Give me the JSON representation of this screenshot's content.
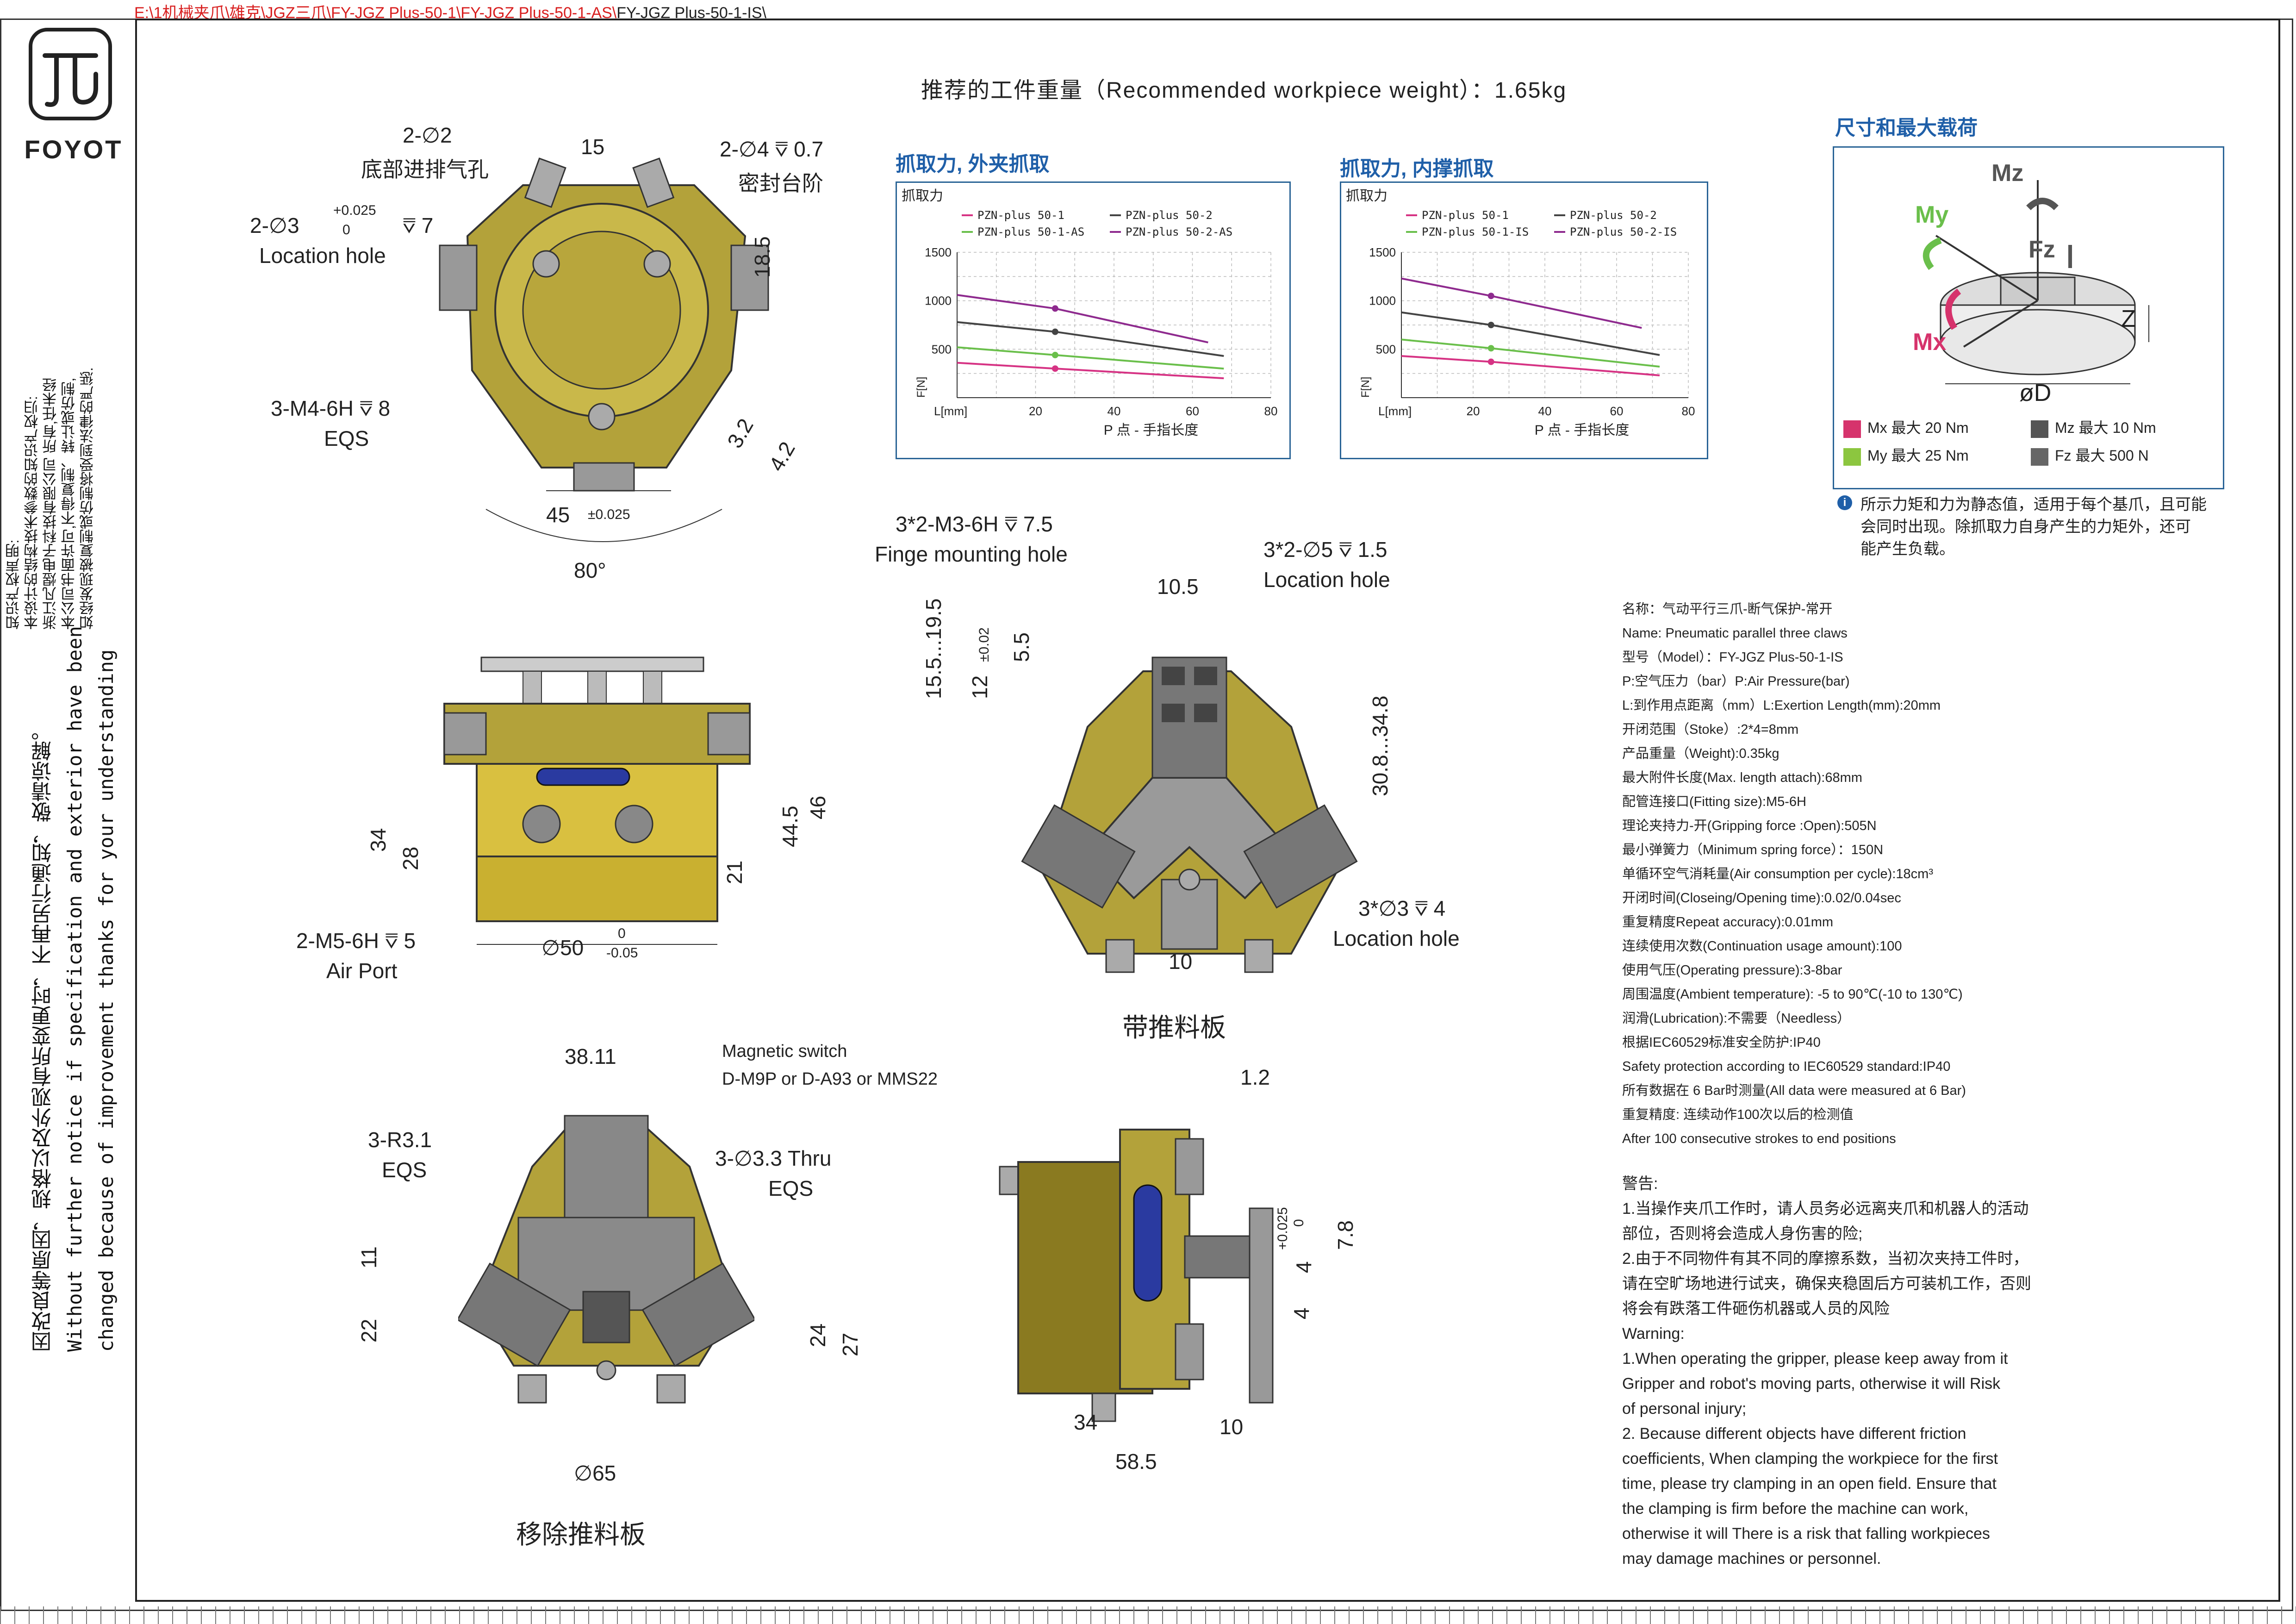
{
  "file_path": {
    "red": "E:\\1机械夹爪\\雄克\\JGZ三爪\\FY-JGZ Plus-50-1\\FY-JGZ Plus-50-1-AS\\",
    "tail": "FY-JGZ Plus-50-1-IS\\"
  },
  "brand": {
    "name": "FOYOT"
  },
  "ip_notice": [
    "知识产权声明:",
    "本设计的结构技术参数的知识产权归:",
    "浙江凡煜电子科技有限公司 所有,任未经",
    "本公司书面许可,不得复制、转让或仿制,",
    "如经发现被复制或仿制将受到法律的严惩."
  ],
  "change_notice": {
    "cn": "因改良等原因，规格以及外观有所变更时，不再另行通知，敬请谅解。",
    "en1": "Without further  notice if specification and exterior have been",
    "en2": "changed because of improvement thanks for your understanding"
  },
  "title": "推荐的工件重量（Recommended workpiece weight）：1.65kg",
  "chart_data": [
    {
      "type": "line",
      "title": "抓取力, 外夹抓取",
      "ylabel": "抓取力",
      "ylabel_unit": "F[N]",
      "xlabel": "P 点 - 手指长度",
      "xlabel_left": "L[mm]",
      "x_ticks": [
        20,
        40,
        60,
        80
      ],
      "y_ticks": [
        500,
        1000,
        1500
      ],
      "xlim": [
        0,
        80
      ],
      "ylim": [
        0,
        1500
      ],
      "grid": true,
      "series": [
        {
          "name": "PZN-plus 50-1",
          "color": "#d63384",
          "points": [
            [
              0,
              360
            ],
            [
              25,
              300
            ],
            [
              68,
              200
            ]
          ],
          "marker_x": 25
        },
        {
          "name": "PZN-plus 50-2",
          "color": "#444444",
          "points": [
            [
              0,
              780
            ],
            [
              25,
              680
            ],
            [
              68,
              430
            ]
          ],
          "marker_x": 25
        },
        {
          "name": "PZN-plus 50-1-AS",
          "color": "#6abf4b",
          "points": [
            [
              0,
              520
            ],
            [
              25,
              440
            ],
            [
              68,
              300
            ]
          ],
          "marker_x": 25
        },
        {
          "name": "PZN-plus 50-2-AS",
          "color": "#8e2a8e",
          "points": [
            [
              0,
              1060
            ],
            [
              25,
              920
            ],
            [
              64,
              570
            ]
          ],
          "marker_x": 25
        }
      ]
    },
    {
      "type": "line",
      "title": "抓取力, 内撑抓取",
      "ylabel": "抓取力",
      "ylabel_unit": "F[N]",
      "xlabel": "P 点 - 手指长度",
      "xlabel_left": "L[mm]",
      "x_ticks": [
        20,
        40,
        60,
        80
      ],
      "y_ticks": [
        500,
        1000,
        1500
      ],
      "xlim": [
        0,
        80
      ],
      "ylim": [
        0,
        1500
      ],
      "grid": true,
      "series": [
        {
          "name": "PZN-plus 50-1",
          "color": "#d63384",
          "points": [
            [
              0,
              430
            ],
            [
              25,
              370
            ],
            [
              72,
              230
            ]
          ],
          "marker_x": 25
        },
        {
          "name": "PZN-plus 50-2",
          "color": "#444444",
          "points": [
            [
              0,
              880
            ],
            [
              25,
              750
            ],
            [
              72,
              440
            ]
          ],
          "marker_x": 25
        },
        {
          "name": "PZN-plus 50-1-IS",
          "color": "#6abf4b",
          "points": [
            [
              0,
              600
            ],
            [
              25,
              510
            ],
            [
              72,
              320
            ]
          ],
          "marker_x": 25
        },
        {
          "name": "PZN-plus 50-2-IS",
          "color": "#8e2a8e",
          "points": [
            [
              0,
              1230
            ],
            [
              25,
              1050
            ],
            [
              67,
              720
            ]
          ],
          "marker_x": 25
        }
      ]
    }
  ],
  "load": {
    "title": "尺寸和最大载荷",
    "rows": [
      {
        "label": "Mx  最大 20 Nm",
        "color": "#d6336c"
      },
      {
        "label": "Mz  最大 10 Nm",
        "color": "#555555"
      },
      {
        "label": "My  最大 25 Nm",
        "color": "#8cc63f"
      },
      {
        "label": "Fz  最大 500 N",
        "color": "#666666"
      }
    ],
    "axis_labels": {
      "mz": "Mz",
      "my": "My",
      "fz": "Fz",
      "mx": "Mx",
      "z": "Z",
      "d": "øD"
    },
    "note": [
      "所示力矩和力为静态值，适用于每个基爪，且可能",
      "会同时出现。除抓取力自身产生的力矩外，还可",
      "能产生负载。"
    ],
    "info_icon": "i"
  },
  "dims": {
    "v1": {
      "d1a": "2-∅2",
      "d1b": "底部进排气孔",
      "d2": "15",
      "d3a": "2-∅4 ⩢ 0.7",
      "d3b": "密封台阶",
      "d4a": "2-∅3",
      "d4tol1": "+0.025",
      "d4tol2": "0",
      "d4b": "⩢ 7",
      "d4c": "Location hole",
      "d5": "18.5",
      "d6a": "3-M4-6H ⩢ 8",
      "d6b": "EQS",
      "d7": "3.2",
      "d8": "4.2",
      "d9": "45",
      "d9tol": "±0.025",
      "d10": "80°"
    },
    "v2": {
      "d1": "34",
      "d2": "28",
      "d3": "44.5",
      "d4": "46",
      "d5": "21",
      "d6a": "2-M5-6H ⩢ 5",
      "d6b": "Air Port",
      "d7": "∅50",
      "d7tol1": "0",
      "d7tol2": "-0.05"
    },
    "v3": {
      "d1a": "3*2-M3-6H ⩢ 7.5",
      "d1b": "Finge mounting hole",
      "d2a": "3*2-∅5 ⩢ 1.5",
      "d2b": "Location hole",
      "d3": "10.5",
      "d4": "15.5...19.5",
      "d5": "12",
      "d5tol": "±0.02",
      "d6": "5.5",
      "d7": "30.8...34.8",
      "d8a": "3*∅3 ⩢ 4",
      "d8b": "Location hole",
      "d9": "10",
      "caption": "带推料板"
    },
    "v4": {
      "d1": "38.11",
      "d2a": "Magnetic switch",
      "d2b": "D-M9P or D-A93 or MMS22",
      "d3a": "3-R3.1",
      "d3b": "EQS",
      "d4a": "3-∅3.3 Thru",
      "d4b": "EQS",
      "d5": "11",
      "d6": "22",
      "d7": "24",
      "d8": "27",
      "d9": "∅65",
      "caption": "移除推料板"
    },
    "v5": {
      "d1": "1.2",
      "d2": "4",
      "d2tol1": "+0.025",
      "d2tol2": "0",
      "d3": "7.8",
      "d4": "4",
      "d5": "34",
      "d6": "10",
      "d7": "58.5"
    }
  },
  "spec": [
    "名称：气动平行三爪-断气保护-常开",
    "Name: Pneumatic parallel three claws",
    "型号（Model）：FY-JGZ Plus-50-1-IS",
    "P:空气压力（bar）P:Air Pressure(bar)",
    "L:到作用点距离（mm）L:Exertion Length(mm):20mm",
    "开闭范围（Stoke）:2*4=8mm",
    "产品重量（Weight):0.35kg",
    "最大附件长度(Max. length attach):68mm",
    "配管连接口(Fitting size):M5-6H",
    "理论夹持力-开(Gripping force :Open):505N",
    "最小弹簧力（Minimum spring force）：150N",
    "单循环空气消耗量(Air consumption per cycle):18cm³",
    "开闭时间(Closeing/Opening time):0.02/0.04sec",
    "重复精度Repeat accuracy):0.01mm",
    "连续使用次数(Continuation usage amount):100",
    "使用气压(Operating pressure):3-8bar",
    "周围温度(Ambient temperature): -5 to 90℃(-10 to 130℃)",
    "润滑(Lubrication):不需要（Needless）",
    "根据IEC60529标准安全防护:IP40",
    "Safety protection according to IEC60529 standard:IP40",
    "所有数据在 6 Bar时测量(All data were measured at  6 Bar)",
    "重复精度: 连续动作100次以后的检测值",
    "After 100 consecutive strokes to end positions"
  ],
  "warning": [
    "警告:",
    "1.当操作夹爪工作时，请人员务必远离夹爪和机器人的活动",
    "部位，否则将会造成人身伤害的险;",
    "2.由于不同物件有其不同的摩擦系数，当初次夹持工件时，",
    "请在空旷场地进行试夹，确保夹稳固后方可装机工作，否则",
    "将会有跌落工件砸伤机器或人员的风险",
    "Warning:",
    "1.When operating the gripper, please keep away from it",
    "Gripper and robot's moving parts, otherwise it will Risk",
    "of personal injury;",
    "2. Because different objects have different friction",
    "coefficients, When clamping the workpiece for the first",
    "time, please try clamping in an open field. Ensure that",
    "the clamping is firm before the machine can work,",
    "otherwise it will There is a risk that falling workpieces",
    "may damage machines or personnel."
  ]
}
